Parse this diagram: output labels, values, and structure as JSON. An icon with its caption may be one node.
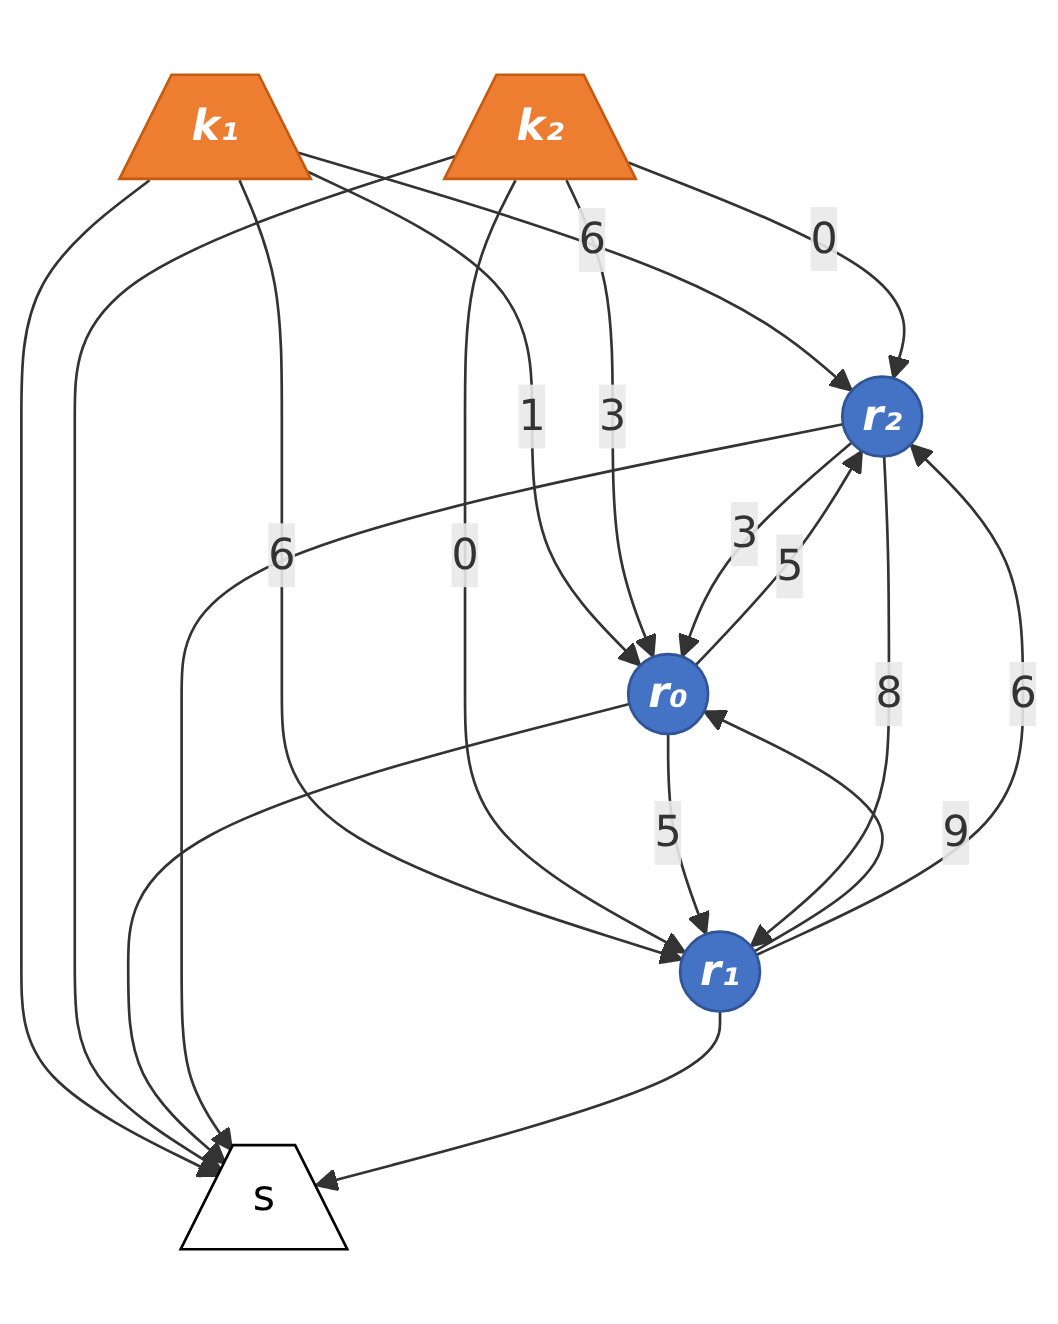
{
  "diagram": {
    "nodes": [
      {
        "text": [
          "k₁"
        ]
      },
      {
        "text": [
          "k₂"
        ]
      },
      {
        "text": [
          "r₀"
        ]
      },
      {
        "text": [
          "r₂"
        ]
      },
      {
        "text": [
          "r₁"
        ]
      },
      {
        "text": [
          "s"
        ]
      }
    ],
    "edges": [
      {
        "from": 0,
        "to": 3,
        "arrow": "to",
        "label": "6"
      },
      {
        "from": 0,
        "to": 2,
        "arrow": "to",
        "label": "1"
      },
      {
        "from": 0,
        "to": 4,
        "arrow": "to",
        "label": "6"
      },
      {
        "from": 0,
        "to": 5,
        "arrow": "to"
      },
      {
        "from": 1,
        "to": 2,
        "arrow": "to",
        "label": "3"
      },
      {
        "from": 1,
        "to": 3,
        "arrow": "to",
        "label": "0"
      },
      {
        "from": 1,
        "to": 4,
        "arrow": "to",
        "label": "0"
      },
      {
        "from": 1,
        "to": 5,
        "arrow": "to"
      },
      {
        "from": 3,
        "to": 2,
        "arrow": "to",
        "label": "3"
      },
      {
        "from": 2,
        "to": 3,
        "arrow": "to",
        "label": "5"
      },
      {
        "from": 2,
        "to": 4,
        "arrow": "to",
        "label": "5"
      },
      {
        "from": 4,
        "to": 2,
        "arrow": "to",
        "label": "9"
      },
      {
        "from": 3,
        "to": 4,
        "arrow": "to",
        "label": "8"
      },
      {
        "from": 4,
        "to": 3,
        "arrow": "to",
        "label": "6"
      },
      {
        "from": 2,
        "to": 5,
        "arrow": "to"
      },
      {
        "from": 3,
        "to": 5,
        "arrow": "to"
      },
      {
        "from": 4,
        "to": 5,
        "arrow": "to"
      }
    ]
  }
}
